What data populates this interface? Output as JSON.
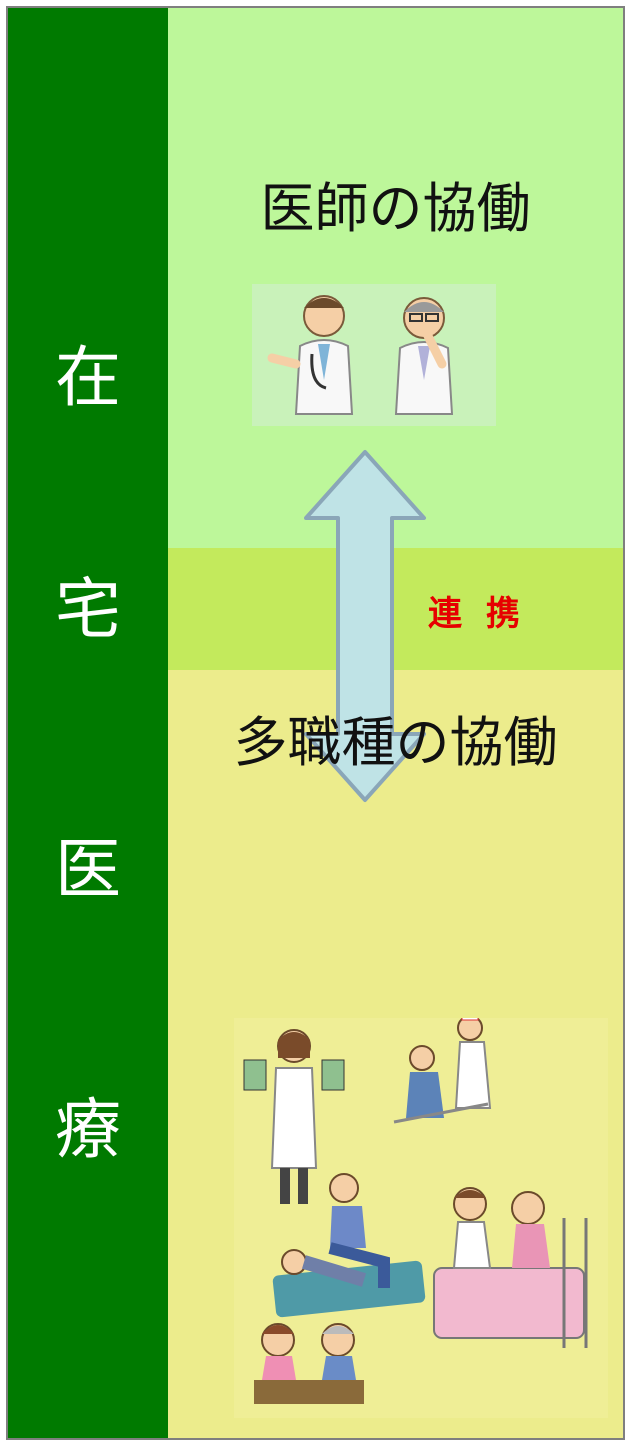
{
  "sidebar": {
    "chars": [
      "在",
      "宅",
      "医",
      "療"
    ]
  },
  "sections": {
    "top_heading": "医師の協働",
    "link_label": "連 携",
    "bottom_heading": "多職種の協働"
  },
  "colors": {
    "sidebar": "#007a00",
    "top_zone": "#bdf79a",
    "middle_zone": "#c3ea5c",
    "bottom_zone": "#ecec8c",
    "arrow_fill": "#bfe3e6",
    "arrow_stroke": "#8aa6b8",
    "link_text": "#e60000"
  },
  "icons": {
    "doctors": "doctors-illustration-icon",
    "staff": "multi-professional-staff-illustration-icon",
    "arrow": "double-headed-vertical-arrow-icon"
  }
}
